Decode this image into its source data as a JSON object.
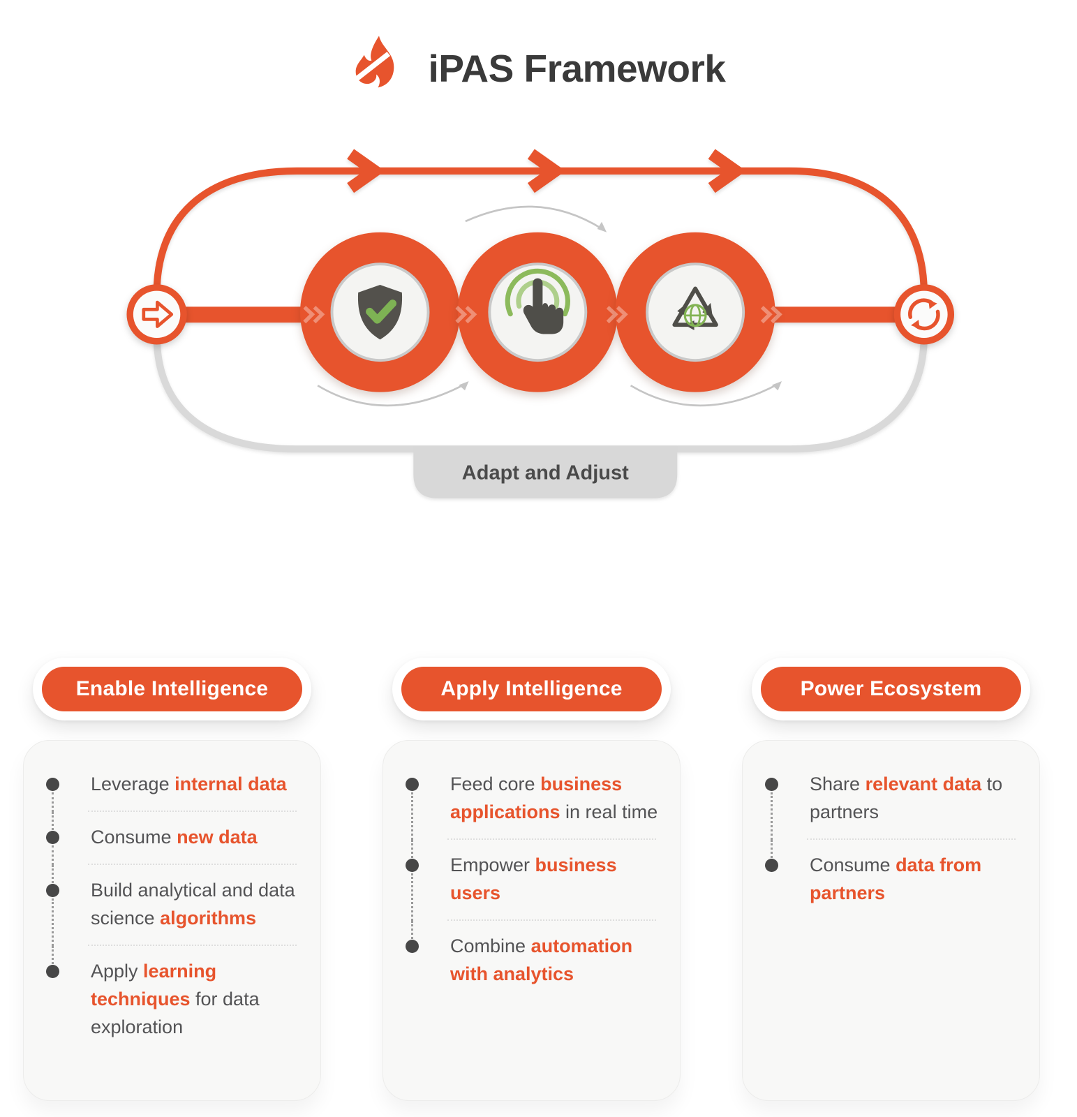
{
  "header": {
    "title": "iPAS Framework",
    "logo": "flame-icon"
  },
  "diagram": {
    "loop_label": "Adapt and Adjust",
    "stage_icons": [
      "shield-check-icon",
      "touch-interact-icon",
      "recycle-globe-icon"
    ],
    "side_icons": [
      "arrow-right-icon",
      "sync-icon"
    ],
    "colors": {
      "orange": "#e7542d",
      "chevron_on_band": "rgba(255,255,255,0.35)",
      "gray_loop": "#d9d9d9",
      "gray_arrow": "#c2c2c2",
      "icon_dark": "#53514c",
      "icon_green": "#82b354",
      "icon_green_light": "#aecf8b",
      "tab_bg": "#d8d8d8",
      "tab_text": "#4a4a4a"
    }
  },
  "columns": [
    {
      "title": "Enable Intelligence",
      "items": [
        [
          {
            "t": "Leverage ",
            "h": false
          },
          {
            "t": "internal data",
            "h": true
          }
        ],
        [
          {
            "t": "Consume ",
            "h": false
          },
          {
            "t": "new data",
            "h": true
          }
        ],
        [
          {
            "t": "Build analytical and data science ",
            "h": false
          },
          {
            "t": "algorithms",
            "h": true
          }
        ],
        [
          {
            "t": "Apply ",
            "h": false
          },
          {
            "t": "learning techniques",
            "h": true
          },
          {
            "t": " for data exploration",
            "h": false
          }
        ]
      ]
    },
    {
      "title": "Apply Intelligence",
      "items": [
        [
          {
            "t": "Feed core ",
            "h": false
          },
          {
            "t": "business applications",
            "h": true
          },
          {
            "t": " in real time",
            "h": false
          }
        ],
        [
          {
            "t": "Empower ",
            "h": false
          },
          {
            "t": "business users",
            "h": true
          }
        ],
        [
          {
            "t": "Combine ",
            "h": false
          },
          {
            "t": "automation with analytics",
            "h": true
          }
        ]
      ]
    },
    {
      "title": "Power Ecosystem",
      "items": [
        [
          {
            "t": "Share ",
            "h": false
          },
          {
            "t": "relevant data",
            "h": true
          },
          {
            "t": " to partners",
            "h": false
          }
        ],
        [
          {
            "t": "Consume ",
            "h": false
          },
          {
            "t": "data from partners",
            "h": true
          }
        ]
      ]
    }
  ]
}
